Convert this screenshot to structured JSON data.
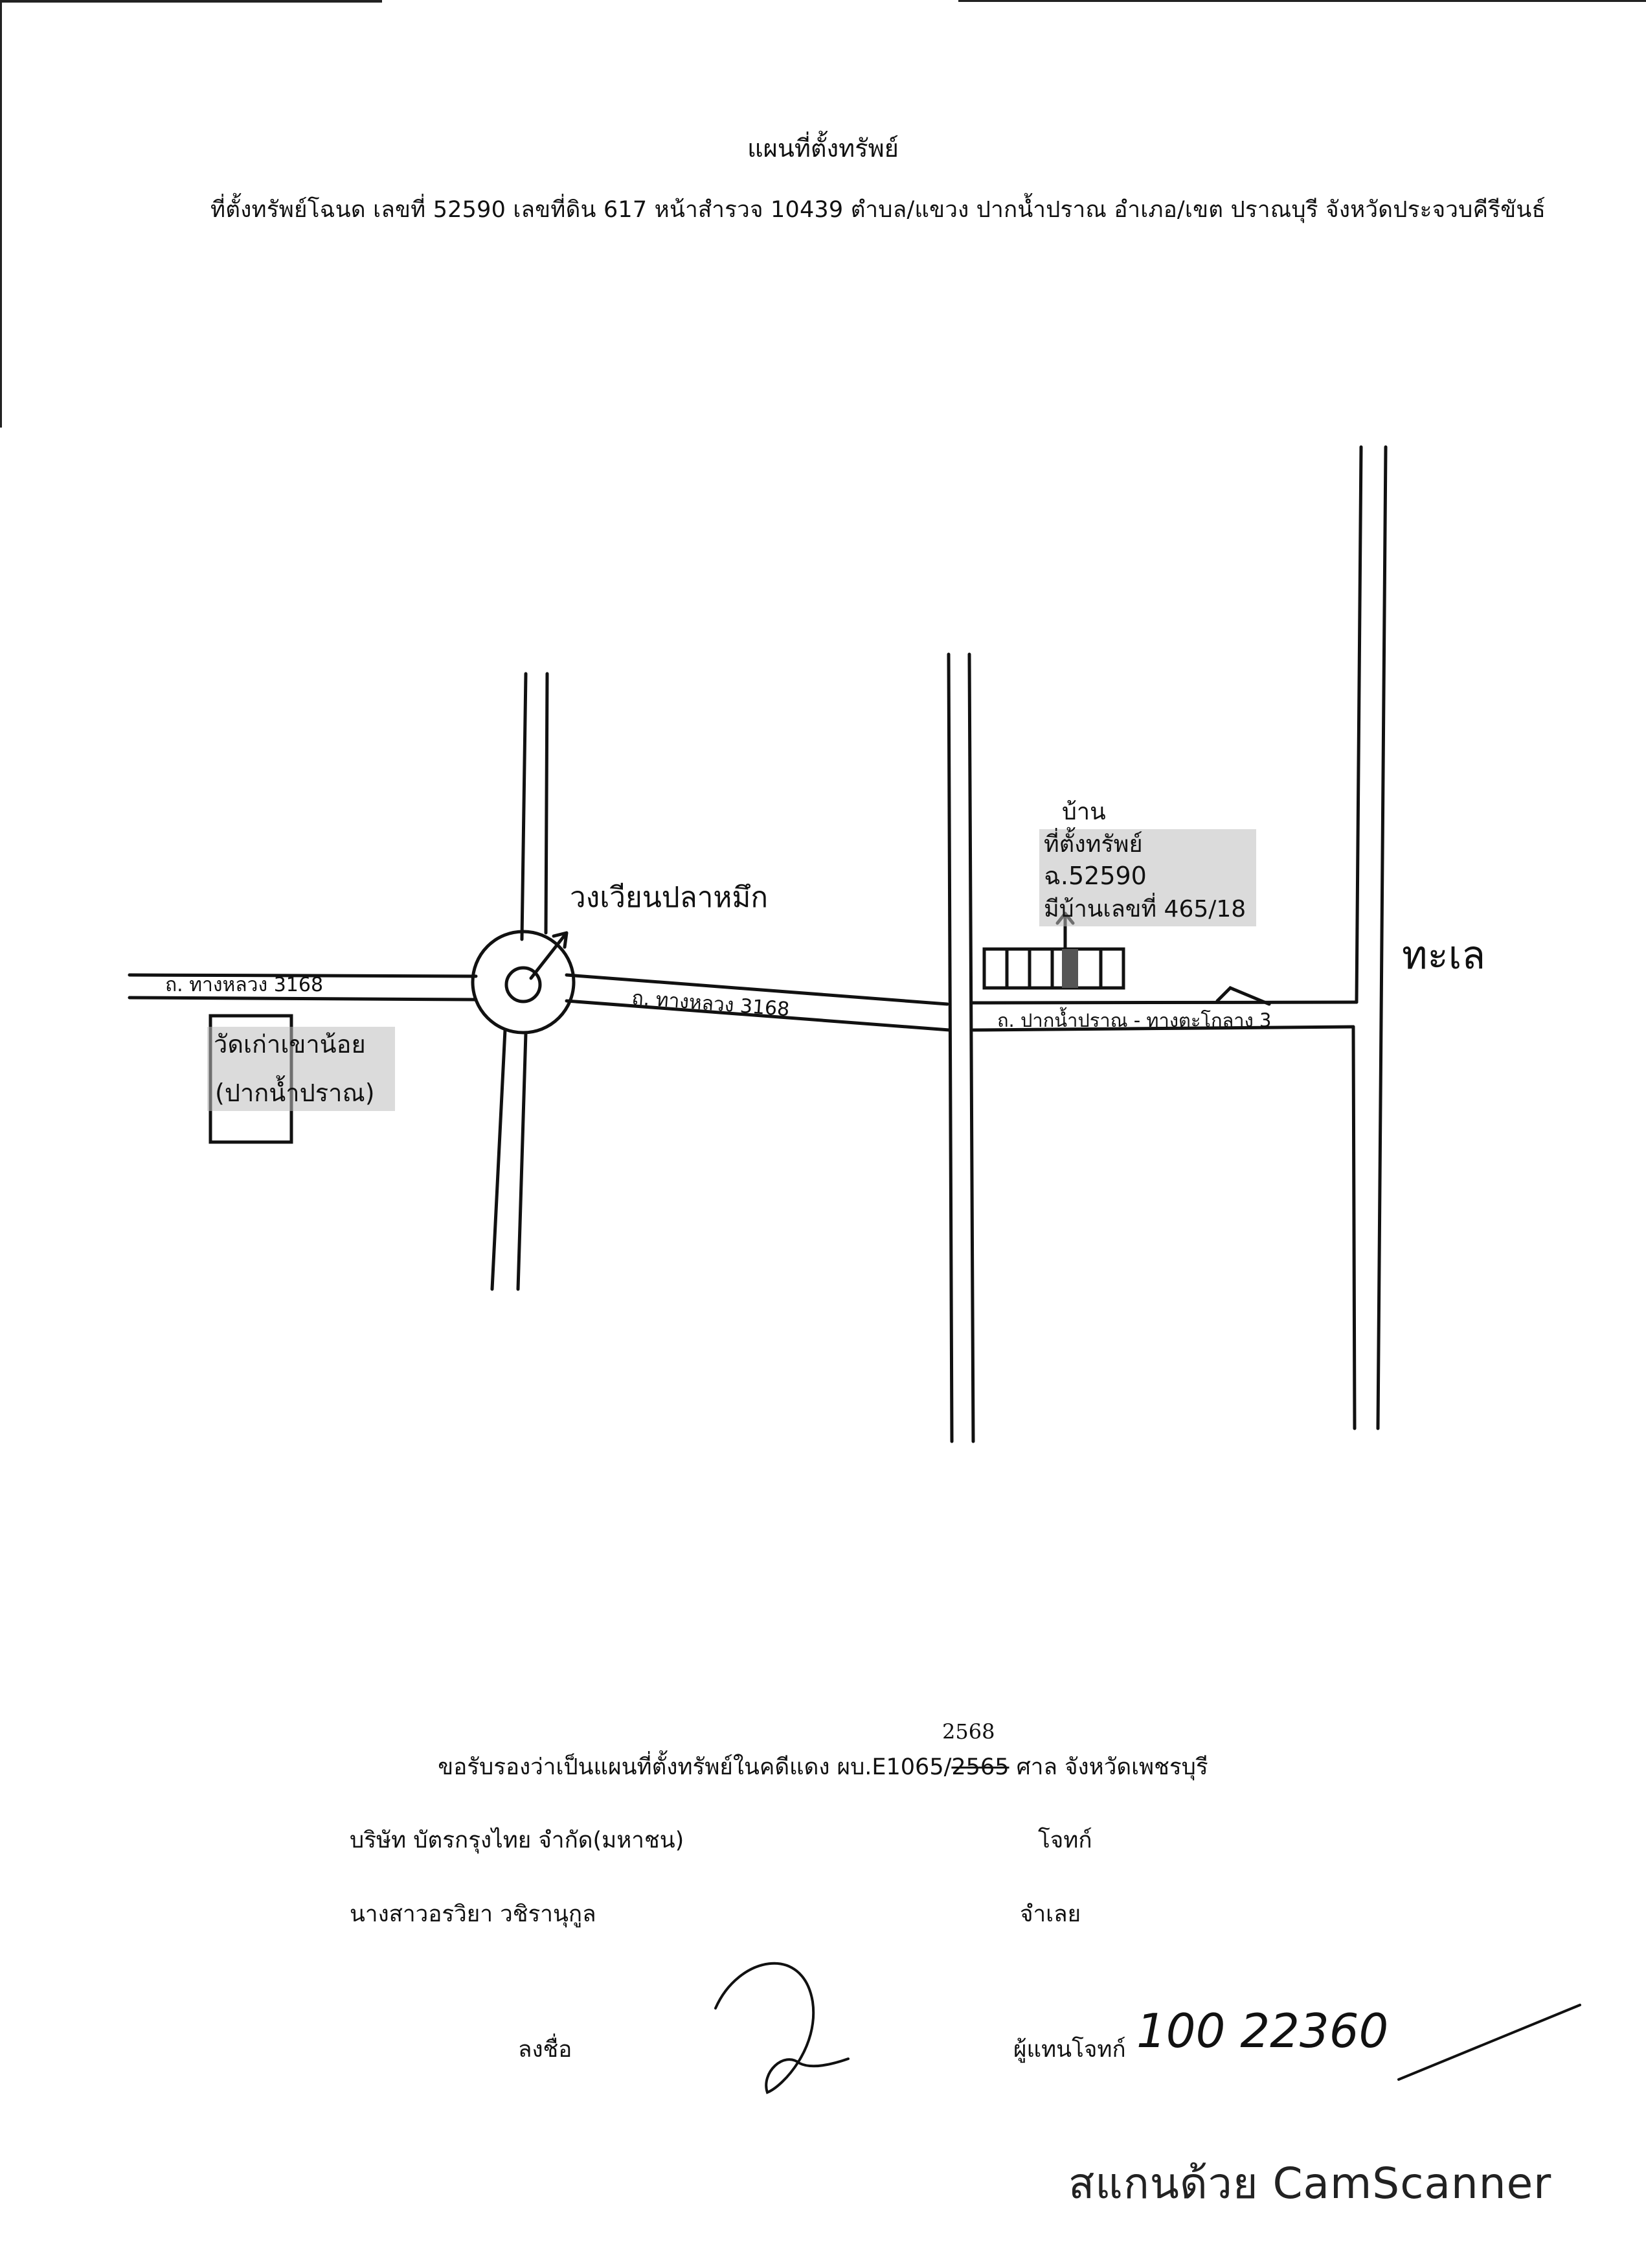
{
  "document": {
    "title": "แผนที่ตั้งทรัพย์",
    "subtitle": "ที่ตั้งทรัพย์โฉนด เลขที่ 52590 เลขที่ดิน 617 หน้าสำรวจ 10439 ตำบล/แขวง ปากน้ำปราณ อำเภอ/เขต ปราณบุรี จังหวัดประจวบคีรีขันธ์"
  },
  "map": {
    "road_label_left": "ถ. ทางหลวง 3168",
    "road_label_mid": "ถ. ทางหลวง 3168",
    "road_label_right": "ถ. ปากน้ำปราณ - ทางตะโกลาง 3",
    "roundabout_label": "วงเวียนปลาหมึก",
    "temple_label_line1": "วัดเก่าเขาน้อย",
    "temple_label_line2": "(ปากน้ำปราณ)",
    "property_label_line1": "ที่ตั้งทรัพย์",
    "property_label_line2": "ฉ.52590",
    "property_label_line3": "มีบ้านเลขที่ 465/18",
    "property_note_top": "บ้าน",
    "sea_label": "ทะเล"
  },
  "certification": {
    "statement_prefix": "ขอรับรองว่าเป็นแผนที่ตั้งทรัพย์ในคดีแดง ผบ.E1065/",
    "year_struck": "2565",
    "statement_suffix": " ศาล จังหวัดเพชรบุรี",
    "year_correction": "2568",
    "plaintiff_name": "บริษัท บัตรกรุงไทย จำกัด(มหาชน)",
    "plaintiff_role": "โจทก์",
    "defendant_name": "นางสาวอรวิยา วชิรานุกูล",
    "defendant_role": "จำเลย",
    "sign_label": "ลงชื่อ",
    "representative_label": "ผู้แทนโจทก์",
    "handwritten_code": "100 22360"
  },
  "watermark": {
    "text": "สแกนด้วย CamScanner"
  }
}
